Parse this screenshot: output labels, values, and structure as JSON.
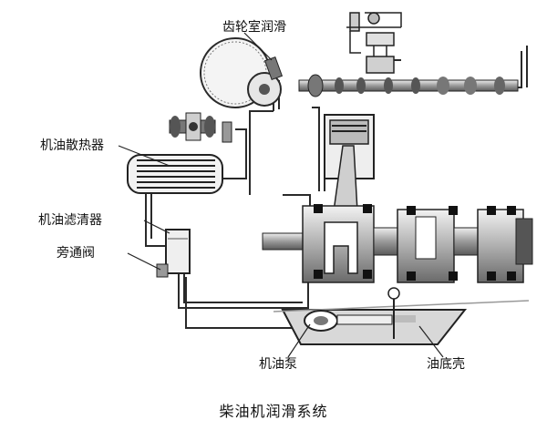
{
  "labels": {
    "gear_room": "齿轮室润滑",
    "oil_cooler": "机油散热器",
    "oil_filter": "机油滤清器",
    "bypass_valve": "旁通阀",
    "oil_pump": "机油泵",
    "oil_pan": "油底壳"
  },
  "caption": "柴油机润滑系统",
  "colors": {
    "line": "#2a2a2a",
    "metal_light": "#d9d9d9",
    "metal_mid": "#9a9a9a",
    "metal_dark": "#3a3a3a",
    "oil": "#c8c8c8"
  }
}
